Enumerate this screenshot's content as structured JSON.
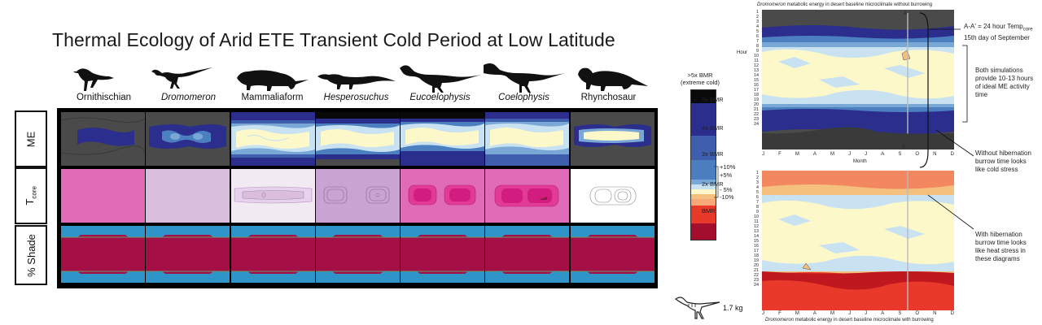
{
  "title": "Thermal Ecology of Arid ETE Transient Cold Period at Low Latitude",
  "species": [
    {
      "name": "Ornithischian",
      "italic": false
    },
    {
      "name": "Dromomeron",
      "italic": true
    },
    {
      "name": "Mammaliaform",
      "italic": false
    },
    {
      "name": "Hesperosuchus",
      "italic": true
    },
    {
      "name": "Eucoelophysis",
      "italic": true
    },
    {
      "name": "Coelophysis",
      "italic": true
    },
    {
      "name": "Rhynchosaur",
      "italic": false
    }
  ],
  "row_labels": {
    "me": "ME",
    "tcore_main": "T",
    "tcore_sub": "core",
    "shade": "% Shade"
  },
  "legend": {
    "top_label_1": ">5x BMR",
    "top_label_2": "(extreme cold)",
    "ticks": [
      "5x BMR",
      "4x BMR",
      "3x BMR",
      "2x BMR",
      "BMR"
    ],
    "pct_labels": [
      "+10%",
      "+5%",
      "- 5%",
      "-10%"
    ],
    "colors": [
      "#0a0a0a",
      "#2b2e8c",
      "#3f5fae",
      "#4c7fc0",
      "#79a8d6",
      "#c9e2f2",
      "#fdf8c9",
      "#f5c07d",
      "#e8392a",
      "#c0181f",
      "#a30e2f"
    ]
  },
  "top_plot": {
    "caption_species": "Dromomeron",
    "caption_rest": " metabolic energy in desert baseline microclimate without burrowing",
    "ylabel": "Hour",
    "xlabel": "Month",
    "hours": [
      "1",
      "2",
      "3",
      "4",
      "5",
      "6",
      "7",
      "8",
      "9",
      "10",
      "11",
      "12",
      "13",
      "14",
      "15",
      "16",
      "17",
      "18",
      "19",
      "20",
      "21",
      "22",
      "23",
      "24"
    ]
  },
  "bottom_plot": {
    "caption_species": "Dromomeron",
    "caption_rest": " metabolic energy in desert baseline microclimate with burrowing",
    "hours": [
      "1",
      "2",
      "3",
      "4",
      "5",
      "6",
      "7",
      "8",
      "9",
      "10",
      "11",
      "12",
      "13",
      "14",
      "15",
      "16",
      "17",
      "18",
      "19",
      "20",
      "21",
      "22",
      "23",
      "24"
    ],
    "months": [
      "J",
      "F",
      "M",
      "A",
      "M",
      "J",
      "J",
      "A",
      "S",
      "O",
      "N",
      "D"
    ]
  },
  "months": [
    "J",
    "F",
    "M",
    "A",
    "M",
    "J",
    "J",
    "A",
    "S",
    "O",
    "N",
    "D"
  ],
  "section_marker": {
    "a": "A",
    "a_prime": "A'"
  },
  "annotations": {
    "aa_line1": "A-A' = 24 hour Temp",
    "aa_sub": "core",
    "aa_line2": "15th day of September",
    "sim_1": "Both simulations",
    "sim_2": "provide 10-13 hours",
    "sim_3": "of ideal ME activity",
    "sim_4": "time",
    "nohib_1": "Without hibernation",
    "nohib_2": "burrow time looks",
    "nohib_3": "like cold stress",
    "hib_1": "With hibernation",
    "hib_2": "burrow time looks",
    "hib_3": "like heat stress in",
    "hib_4": "these diagrams"
  },
  "mass_label": "1.7 kg",
  "icons": [
    "ornithischian-silhouette",
    "dromomeron-silhouette",
    "mammaliaform-silhouette",
    "hesperosuchus-silhouette",
    "eucoelophysis-silhouette",
    "coelophysis-silhouette",
    "rhynchosaur-silhouette",
    "skeleton-icon"
  ]
}
